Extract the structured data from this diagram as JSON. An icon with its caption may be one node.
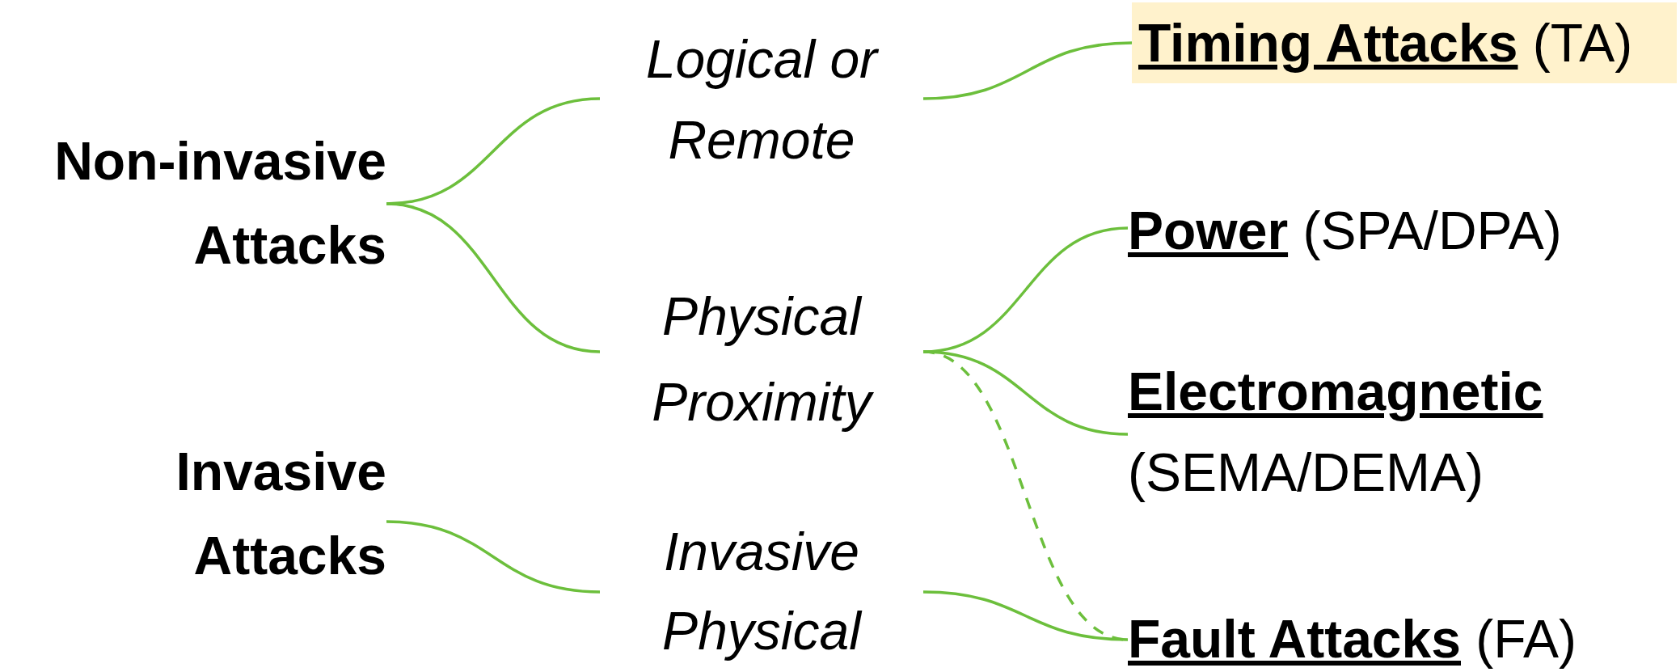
{
  "diagram": {
    "nodes": [
      {
        "text": [
          "Non-invasive Attacks"
        ]
      },
      {
        "text": [
          "Invasive Attacks"
        ]
      },
      {
        "text": [
          "Logical or Remote"
        ]
      },
      {
        "text": [
          "Physical Proximity"
        ]
      },
      {
        "text": [
          "Invasive Physical"
        ]
      },
      {
        "text": [
          "**Timing Attacks** (TA)"
        ]
      },
      {
        "text": [
          "**Power** (SPA/DPA)"
        ]
      },
      {
        "text": [
          "**Electromagnetic** (SEMA/DEMA)"
        ]
      },
      {
        "text": [
          "**Fault Attacks** (FA)"
        ]
      }
    ],
    "edges": [
      {
        "from": 0,
        "to": 2,
        "arrow": "none"
      },
      {
        "from": 0,
        "to": 3,
        "arrow": "none"
      },
      {
        "from": 1,
        "to": 4,
        "arrow": "none"
      },
      {
        "from": 2,
        "to": 5,
        "arrow": "none"
      },
      {
        "from": 3,
        "to": 6,
        "arrow": "none"
      },
      {
        "from": 3,
        "to": 7,
        "arrow": "none"
      },
      {
        "from": 3,
        "to": 8,
        "arrow": "none",
        "style": "dashed"
      },
      {
        "from": 4,
        "to": 8,
        "arrow": "none"
      }
    ]
  }
}
